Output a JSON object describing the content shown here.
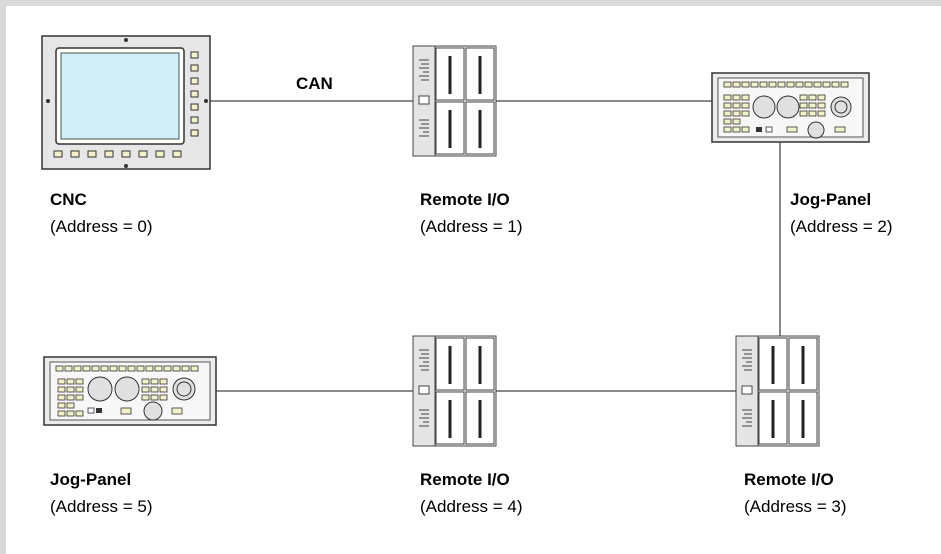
{
  "bus_label": "CAN",
  "nodes": [
    {
      "name": "CNC",
      "address": "(Address = 0)"
    },
    {
      "name": "Remote I/O",
      "address": "(Address = 1)"
    },
    {
      "name": "Jog-Panel",
      "address": "(Address = 2)"
    },
    {
      "name": "Remote I/O",
      "address": "(Address = 3)"
    },
    {
      "name": "Remote I/O",
      "address": "(Address = 4)"
    },
    {
      "name": "Jog-Panel",
      "address": "(Address = 5)"
    }
  ]
}
